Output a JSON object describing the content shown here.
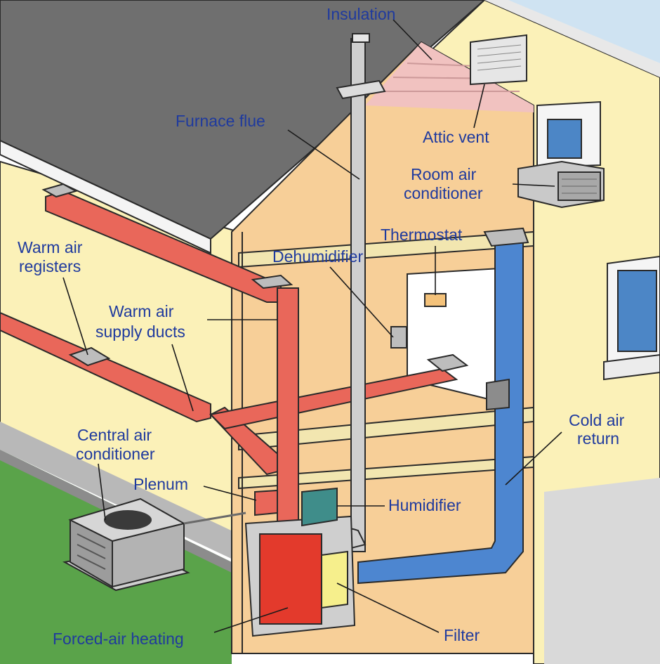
{
  "labels": {
    "insulation": "Insulation",
    "furnace_flue": "Furnace flue",
    "attic_vent": "Attic vent",
    "room_ac_1": "Room air",
    "room_ac_2": "conditioner",
    "thermostat": "Thermostat",
    "dehumidifier": "Dehumidifier",
    "warm_air_registers_1": "Warm air",
    "warm_air_registers_2": "registers",
    "supply_ducts_1": "Warm air",
    "supply_ducts_2": "supply ducts",
    "central_ac_1": "Central air",
    "central_ac_2": "conditioner",
    "plenum": "Plenum",
    "humidifier": "Humidifier",
    "cold_air_1": "Cold air",
    "cold_air_2": "return",
    "forced_air": "Forced-air heating",
    "filter": "Filter"
  },
  "colors": {
    "label_text": "#1f3a9e",
    "roof": "#6f6f6f",
    "wall_exterior": "#fbf1b8",
    "wall_interior": "#f7cf98",
    "warm_duct": "#e9675a",
    "cold_duct": "#4d86d0",
    "flue": "#cfcfcf",
    "furnace": "#e33a2c",
    "filter": "#f6ef8c",
    "humidifier": "#3f8d8a",
    "grass": "#5aa34a",
    "insulation": "#f1c2c0"
  }
}
